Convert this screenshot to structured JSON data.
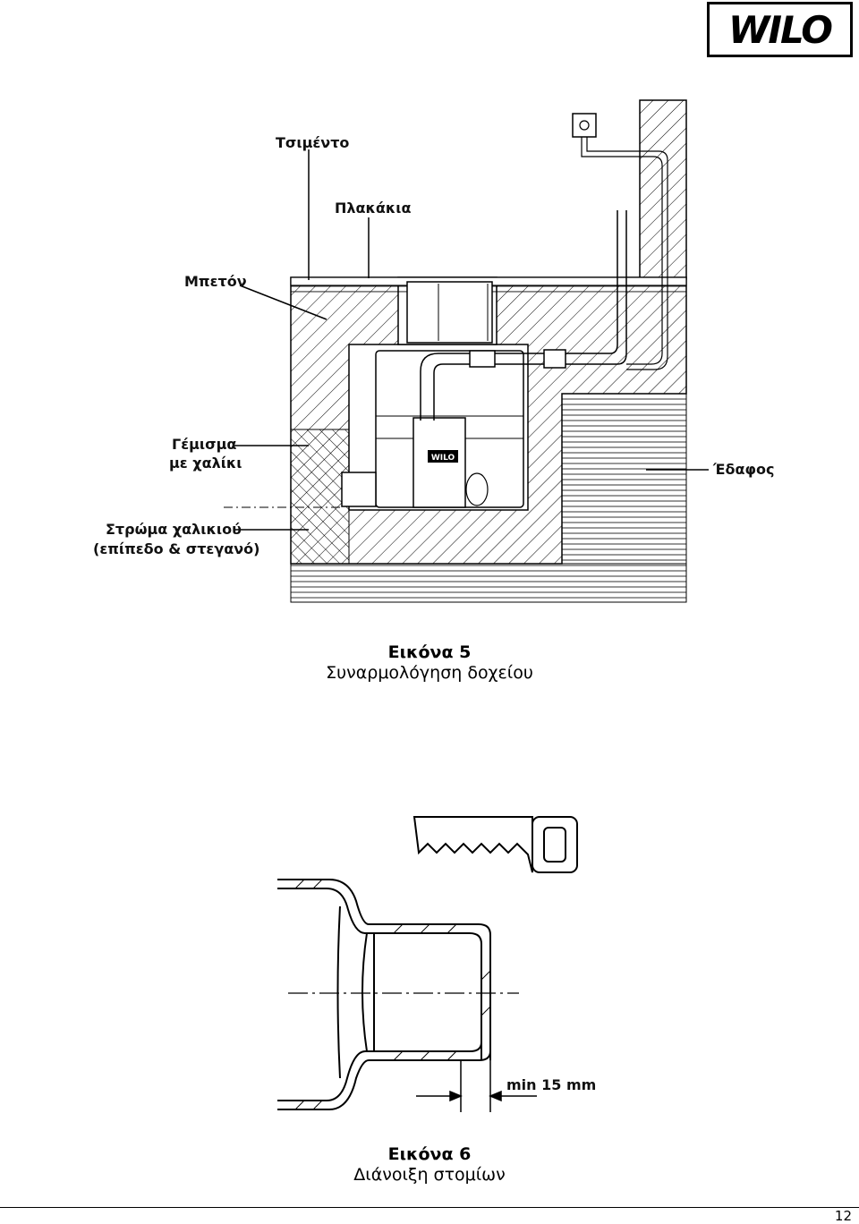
{
  "header": {
    "logo_text": "WILO"
  },
  "figure5": {
    "labels": {
      "cement": "Τσιμέντο",
      "tiles": "Πλακάκια",
      "concrete": "Μπετόν",
      "gravel_fill_line1": "Γέμισμα",
      "gravel_fill_line2": "με χαλίκι",
      "gravel_layer_line1": "Στρώμα χαλικιού",
      "gravel_layer_line2": "(επίπεδο & στεγανό)",
      "soil": "Έδαφος",
      "pump_brand": "WILO"
    },
    "caption_title": "Εικόνα 5",
    "caption_text": "Συναρμολόγηση δοχείου"
  },
  "figure6": {
    "dimension_label": "min 15 mm",
    "caption_title": "Εικόνα 6",
    "caption_text": "Διάνοιξη στομίων"
  },
  "footer": {
    "page_number": "12"
  }
}
